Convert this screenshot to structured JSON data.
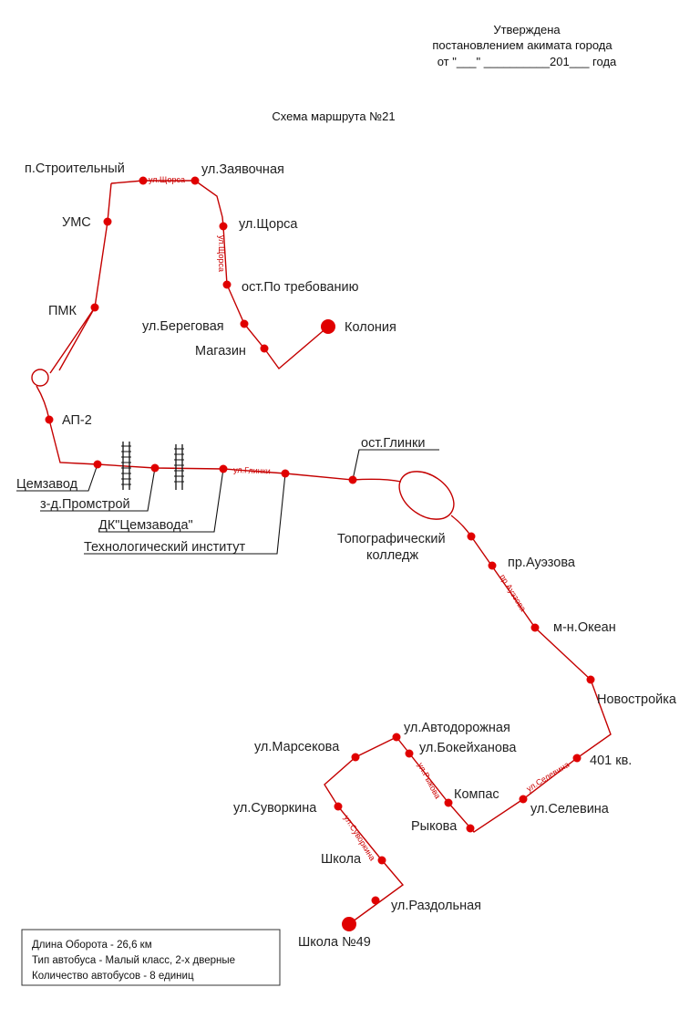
{
  "header": {
    "approval_line1": "Утверждена",
    "approval_line2": "постановлением акимата города",
    "approval_line3": "от  \"___\" __________201___ года",
    "scheme_title": "Схема маршрута №21"
  },
  "colors": {
    "route": "#c40000",
    "stop": "#e00000",
    "street_label": "#cc0000",
    "text": "#222222"
  },
  "stops": {
    "stroitelny": "п.Строительный",
    "zayavochnaya": "ул.Заявочная",
    "ums": "УМС",
    "shchorsa": "ул.Щорса",
    "po_trebovaniyu": "ост.По требованию",
    "pmk": "ПМК",
    "beregovaya": "ул.Береговая",
    "koloniya": "Колония",
    "magazin": "Магазин",
    "ap2": "АП-2",
    "ost_glinki": "ост.Глинки",
    "cemzavod": "Цемзавод",
    "promstroy": "з-д.Промстрой",
    "dk_cemzavoda": "ДК\"Цемзавода\"",
    "tech_institute": "Технологический институт",
    "topo_college_1": "Топографический",
    "topo_college_2": "колледж",
    "auezova": "пр.Ауэзова",
    "okean": "м-н.Океан",
    "novostroika": "Новостройка",
    "kv401": "401 кв.",
    "avtodorozhnaya": "ул.Автодорожная",
    "marsekova": "ул.Марсекова",
    "bokeikhanova": "ул.Бокейханова",
    "kompas": "Компас",
    "suvorkina": "ул.Суворкина",
    "rykova": "Рыкова",
    "selevina": "ул.Селевина",
    "shkola": "Школа",
    "razdolnaya": "ул.Раздольная",
    "shkola49": "Школа №49"
  },
  "streets": {
    "shchorsa_top": "ул.Щорса",
    "shchorsa_vertical": "ул.Щорса",
    "glinki": "ул.Глинки",
    "auezova": "пр.Ауэзова",
    "selevina": "ул.Селевина",
    "rykova": "ул.Рыкова",
    "suvorkina": "ул.Суворкина"
  },
  "info": {
    "length": "Длина Оборота - 26,6 км",
    "bus_type": "Тип автобуса - Малый класс, 2-х дверные",
    "bus_count": "Количество автобусов - 8 единиц"
  }
}
